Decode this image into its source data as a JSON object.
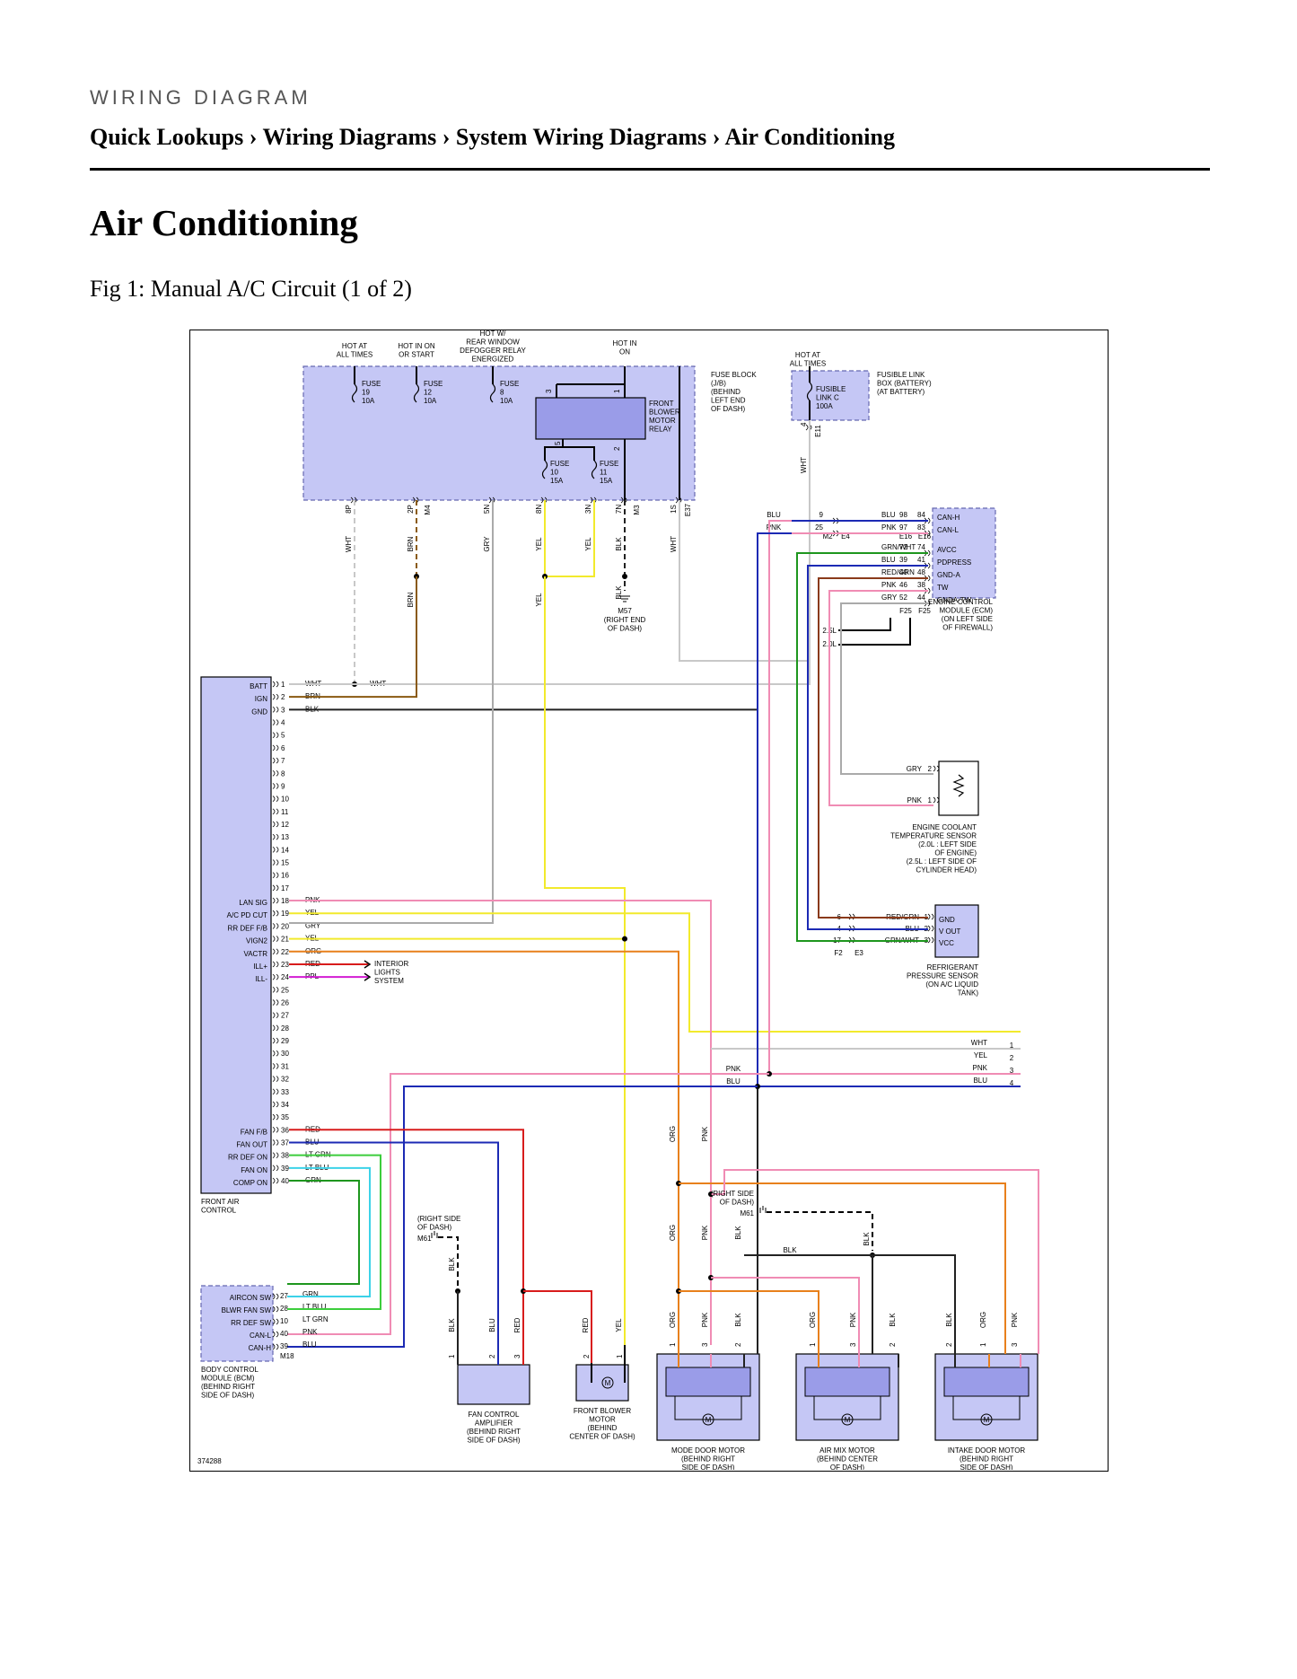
{
  "header": {
    "kicker": "WIRING DIAGRAM",
    "breadcrumb": [
      "Quick Lookups",
      "Wiring Diagrams",
      "System Wiring Diagrams",
      "Air Conditioning"
    ],
    "separator": "›"
  },
  "page_title": "Air Conditioning",
  "figure_caption": "Fig 1: Manual A/C Circuit (1 of 2)",
  "diagram": {
    "figure_id": "374288",
    "fuse_block": {
      "hot_labels": [
        "HOT AT\nALL TIMES",
        "HOT IN ON\nOR START",
        "HOT W/\nREAR WINDOW\nDEFOGGER RELAY\nENERGIZED",
        "HOT IN\nON"
      ],
      "fuses": [
        "FUSE\n19\n10A",
        "FUSE\n12\n10A",
        "FUSE\n8\n10A",
        "FUSE\n10\n15A",
        "FUSE\n11\n15A"
      ],
      "relay": "FRONT\nBLOWER\nMOTOR\nRELAY",
      "label": "FUSE BLOCK\n(J/B)\n(BEHIND\nLEFT END\nOF DASH)",
      "pins": [
        "8P",
        "2P",
        "5N",
        "8N",
        "3N",
        "7N",
        "1S"
      ],
      "connectors": [
        "M4",
        "M3",
        "E37"
      ],
      "wire_colors": [
        "WHT",
        "BRN",
        "GRY",
        "YEL",
        "YEL",
        "BLK",
        "WHT"
      ]
    },
    "fusible_link": {
      "hot_label": "HOT AT\nALL TIMES",
      "fuse": "FUSIBLE\nLINK C\n100A",
      "label": "FUSIBLE LINK\nBOX (BATTERY)\n(AT BATTERY)",
      "pin": "4",
      "connector": "E11",
      "wire": "WHT"
    },
    "ground_m57": {
      "name": "M57",
      "location": "(RIGHT END\nOF DASH)",
      "wire": "BLK"
    },
    "front_air_control": {
      "name": "FRONT AIR\nCONTROL",
      "pins": [
        {
          "n": "1",
          "label": "BATT",
          "wire": "WHT"
        },
        {
          "n": "2",
          "label": "IGN",
          "wire": "BRN"
        },
        {
          "n": "3",
          "label": "GND",
          "wire": "BLK"
        },
        {
          "n": "18",
          "label": "LAN SIG",
          "wire": "PNK"
        },
        {
          "n": "19",
          "label": "A/C PD CUT",
          "wire": "YEL"
        },
        {
          "n": "20",
          "label": "RR DEF F/B",
          "wire": "GRY"
        },
        {
          "n": "21",
          "label": "VIGN2",
          "wire": "YEL"
        },
        {
          "n": "22",
          "label": "VACTR",
          "wire": "ORG"
        },
        {
          "n": "23",
          "label": "ILL+",
          "wire": "RED"
        },
        {
          "n": "24",
          "label": "ILL-",
          "wire": "PPL"
        },
        {
          "n": "36",
          "label": "FAN F/B",
          "wire": "RED"
        },
        {
          "n": "37",
          "label": "FAN OUT",
          "wire": "BLU"
        },
        {
          "n": "38",
          "label": "RR DEF ON",
          "wire": "LT GRN"
        },
        {
          "n": "39",
          "label": "FAN ON",
          "wire": "LT BLU"
        },
        {
          "n": "40",
          "label": "COMP ON",
          "wire": "GRN"
        }
      ],
      "wht_splice_label": "WHT",
      "interior_lights": "INTERIOR\nLIGHTS\nSYSTEM"
    },
    "ecm": {
      "name": "ENGINE CONTROL\nMODULE (ECM)\n(ON LEFT SIDE\nOF FIREWALL)",
      "rows": [
        {
          "left_wire": "BLU",
          "left_pin": "9",
          "right_wire": "BLU",
          "p1": "98",
          "p2": "84",
          "label": "CAN-H"
        },
        {
          "left_wire": "PNK",
          "left_pin": "25",
          "right_wire": "PNK",
          "p1": "97",
          "p2": "83",
          "label": "CAN-L"
        },
        {
          "right_wire": "GRN/WHT",
          "p1": "72",
          "p2": "74",
          "label": "AVCC"
        },
        {
          "right_wire": "BLU",
          "p1": "39",
          "p2": "41",
          "label": "PDPRESS"
        },
        {
          "right_wire": "RED/GRN",
          "p1": "40",
          "p2": "48",
          "label": "GND-A"
        },
        {
          "right_wire": "PNK",
          "p1": "46",
          "p2": "38",
          "label": "TW"
        },
        {
          "right_wire": "GRY",
          "p1": "52",
          "p2": "44",
          "label": "GNDA-TW"
        }
      ],
      "connectors": [
        "M2",
        "E4",
        "E16",
        "E16",
        "F25",
        "F25"
      ],
      "engine_notes": [
        "2.5L",
        "2.0L"
      ]
    },
    "ect_sensor": {
      "name": "ENGINE COOLANT\nTEMPERATURE SENSOR\n(2.0L : LEFT SIDE\nOF ENGINE)\n(2.5L : LEFT SIDE OF\nCYLINDER HEAD)",
      "pins": [
        {
          "n": "2",
          "wire": "GRY"
        },
        {
          "n": "1",
          "wire": "PNK"
        }
      ]
    },
    "refrigerant_sensor": {
      "name": "REFRIGERANT\nPRESSURE SENSOR\n(ON A/C LIQUID\nTANK)",
      "pins": [
        {
          "n": "1",
          "wire": "RED/GRN",
          "label": "GND",
          "ecm_pin": "6"
        },
        {
          "n": "2",
          "wire": "BLU",
          "label": "V OUT",
          "ecm_pin": "4"
        },
        {
          "n": "3",
          "wire": "GRN/WHT",
          "label": "VCC",
          "ecm_pin": "17"
        }
      ],
      "connectors": [
        "F2",
        "E3"
      ]
    },
    "to_page2": [
      {
        "wire": "WHT",
        "n": "1"
      },
      {
        "wire": "YEL",
        "n": "2"
      },
      {
        "wire": "PNK",
        "n": "3"
      },
      {
        "wire": "BLU",
        "n": "4"
      }
    ],
    "bus_labels": [
      "PNK",
      "BLU"
    ],
    "bcm": {
      "name": "BODY CONTROL\nMODULE (BCM)\n(BEHIND RIGHT\nSIDE OF DASH)",
      "connector": "M18",
      "pins": [
        {
          "n": "27",
          "label": "AIRCON SW",
          "wire": "GRN"
        },
        {
          "n": "28",
          "label": "BLWR FAN SW",
          "wire": "LT BLU"
        },
        {
          "n": "10",
          "label": "RR DEF SW",
          "wire": "LT GRN"
        },
        {
          "n": "40",
          "label": "CAN-L",
          "wire": "PNK"
        },
        {
          "n": "39",
          "label": "CAN-H",
          "wire": "BLU"
        }
      ]
    },
    "ground_m61_a": {
      "name": "M61",
      "location": "(RIGHT SIDE\nOF DASH)",
      "wire": "BLK"
    },
    "ground_m61_b": {
      "name": "M61",
      "location": "(RIGHT SIDE\nOF DASH)",
      "wire": "BLK"
    },
    "fan_amp": {
      "name": "FAN CONTROL\nAMPLIFIER\n(BEHIND RIGHT\nSIDE OF DASH)",
      "pins": [
        "1",
        "2",
        "3"
      ],
      "wires": [
        "BLK",
        "BLU",
        "RED"
      ]
    },
    "blower": {
      "name": "FRONT BLOWER\nMOTOR\n(BEHIND\nCENTER OF DASH)",
      "pins": [
        "2",
        "1"
      ],
      "wires": [
        "RED",
        "YEL"
      ]
    },
    "mode_motor": {
      "name": "MODE DOOR MOTOR\n(BEHIND RIGHT\nSIDE OF DASH)",
      "pins": [
        "1",
        "3",
        "2"
      ],
      "wires": [
        "ORG",
        "PNK",
        "BLK"
      ]
    },
    "airmix_motor": {
      "name": "AIR MIX MOTOR\n(BEHIND CENTER\nOF DASH)",
      "pins": [
        "1",
        "3",
        "2"
      ],
      "wires": [
        "ORG",
        "PNK",
        "BLK"
      ]
    },
    "intake_motor": {
      "name": "INTAKE DOOR MOTOR\n(BEHIND RIGHT\nSIDE OF DASH)",
      "pins": [
        "2",
        "1",
        "3"
      ],
      "wires": [
        "BLK",
        "ORG",
        "PNK"
      ]
    },
    "mid_wire_labels": [
      "ORG",
      "PNK",
      "ORG",
      "PNK",
      "BLK",
      "BLK",
      "BLK"
    ],
    "motor_symbol": "M",
    "colors": {
      "module_fill": "#c5c7f5",
      "module_stroke": "#6668b0",
      "wht": "#c8c8c8",
      "brn": "#8a5a10",
      "gry": "#aaaaaa",
      "yel": "#f2ea2c",
      "blk": "#222222",
      "pnk": "#f08cb4",
      "org": "#e8801c",
      "red": "#d81c1c",
      "ppl": "#d21cd2",
      "blu": "#1c2ab4",
      "lt_grn": "#3ccd3c",
      "lt_blu": "#3cd2e8",
      "grn": "#1e961e",
      "red_grn": "#8a3a1a"
    }
  }
}
